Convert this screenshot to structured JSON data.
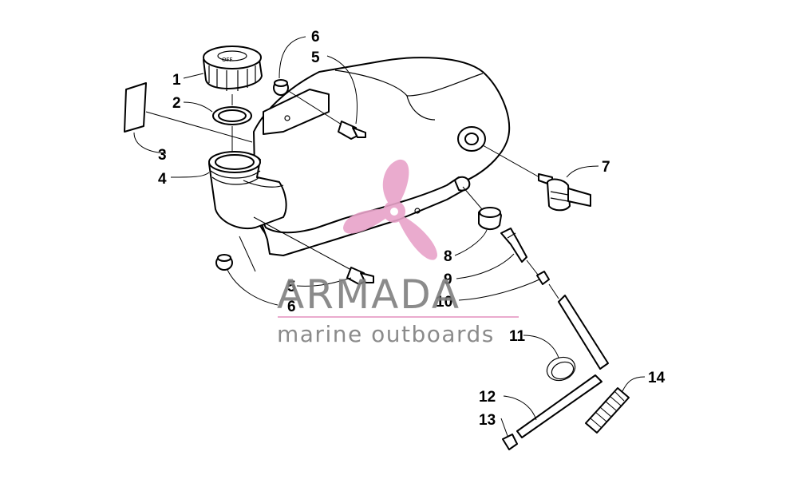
{
  "diagram": {
    "callouts": {
      "c1": "1",
      "c2": "2",
      "c3": "3",
      "c4": "4",
      "c5a": "5",
      "c5b": "5",
      "c6a": "6",
      "c6b": "6",
      "c7": "7",
      "c8": "8",
      "c9": "9",
      "c10": "10",
      "c11": "11",
      "c12": "12",
      "c13": "13",
      "c14": "14"
    }
  },
  "watermark": {
    "brand": "ARMADA",
    "tagline": "marine outboards",
    "logo_color": "#e8a3c9",
    "text_color": "#7f7f7f",
    "rule_color": "#e8a3c9"
  }
}
